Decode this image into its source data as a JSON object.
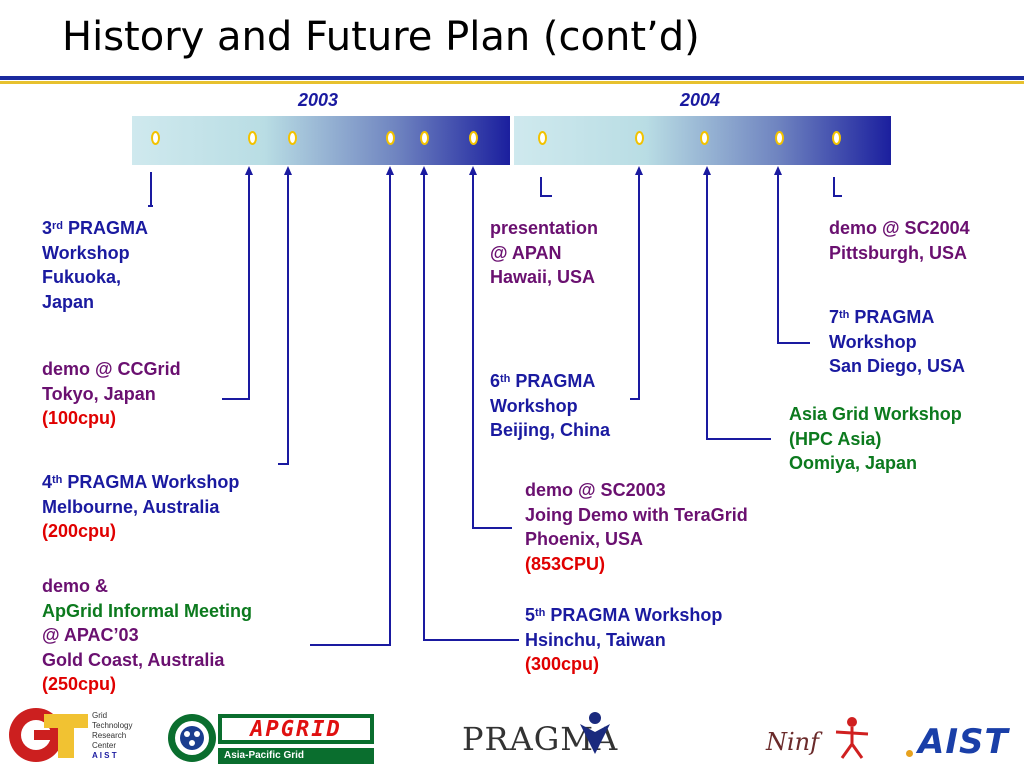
{
  "slide": {
    "title": "History and Future Plan (cont’d)"
  },
  "timeline": {
    "years": [
      "2003",
      "2004"
    ]
  },
  "events": {
    "pragma3": {
      "num": "3",
      "sup": "rd",
      "line1_rest": " PRAGMA",
      "line2": "Workshop",
      "line3": "Fukuoka,",
      "line4": "Japan"
    },
    "ccgrid": {
      "line1": "demo @ CCGrid",
      "line2": "Tokyo, Japan",
      "line3": "(100cpu)"
    },
    "pragma4": {
      "num": "4",
      "sup": "th",
      "line1_rest": " PRAGMA Workshop",
      "line2": "Melbourne, Australia",
      "line3": "(200cpu)"
    },
    "apac": {
      "line1": "demo &",
      "line2": "ApGrid Informal Meeting",
      "line3": "@ APAC’03",
      "line4": "Gold Coast, Australia",
      "line5": "(250cpu)"
    },
    "apan": {
      "line1": "presentation",
      "line2": "@ APAN",
      "line3": "Hawaii, USA"
    },
    "pragma6": {
      "num": "6",
      "sup": "th",
      "line1_rest": " PRAGMA",
      "line2": "Workshop",
      "line3": "Beijing, China"
    },
    "sc2003": {
      "line1": "demo @ SC2003",
      "line2": "Joing Demo with TeraGrid",
      "line3": "Phoenix, USA",
      "line4": "(853CPU)"
    },
    "pragma5": {
      "num": "5",
      "sup": "th",
      "line1_rest": " PRAGMA Workshop",
      "line2": "Hsinchu, Taiwan",
      "line3": "(300cpu)"
    },
    "sc2004": {
      "line1": "demo @ SC2004",
      "line2": "Pittsburgh, USA"
    },
    "pragma7": {
      "num": "7",
      "sup": "th",
      "line1_rest": " PRAGMA",
      "line2": "Workshop",
      "line3": "San Diego, USA"
    },
    "asiagrid": {
      "line1": "Asia Grid Workshop",
      "line2": "(HPC Asia)",
      "line3": "Oomiya, Japan"
    }
  },
  "logos": {
    "gtrc": {
      "l1": "Grid",
      "l2": "Technology",
      "l3": "Research",
      "l4": "Center",
      "l5": "A I S T"
    },
    "apgrid": {
      "wordmark": "APGRID",
      "caption": "Asia-Pacific Grid"
    },
    "pragma": {
      "wordmark": "PRAGMA"
    },
    "ninf": {
      "wordmark": "Ninf"
    },
    "aist": {
      "wordmark": "AIST"
    }
  },
  "colors": {
    "blue": "#1a1aa0",
    "purple": "#6a1070",
    "red": "#e00000",
    "green": "#0c7a1e",
    "gold": "#e7c12e"
  }
}
